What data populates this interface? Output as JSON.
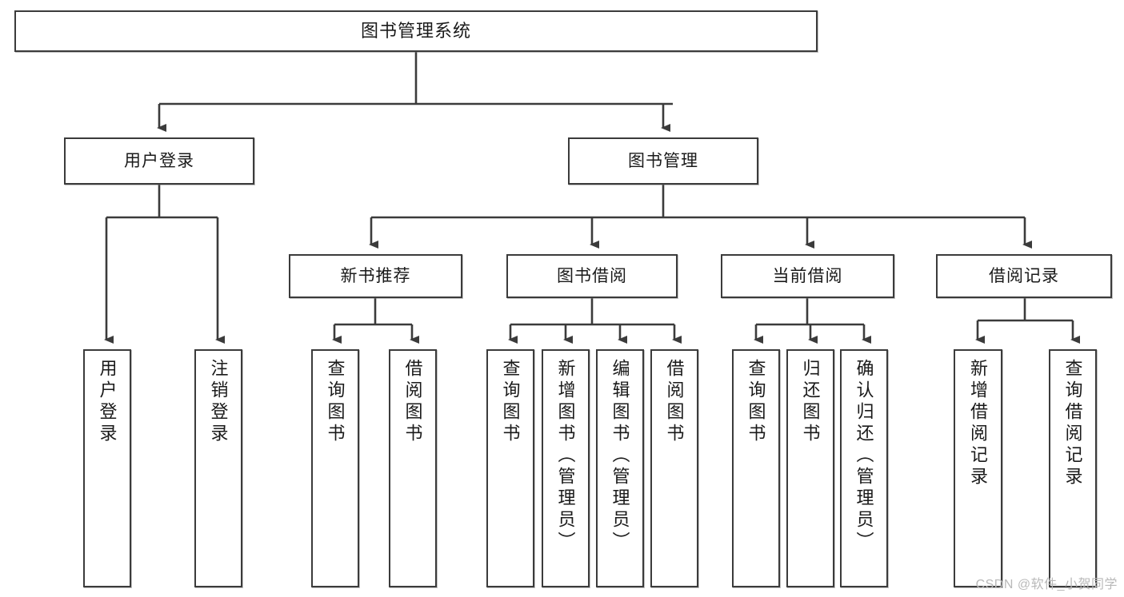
{
  "diagram": {
    "title": "图书管理系统",
    "type": "tree",
    "colors": {
      "box_border": "#3b3b3b",
      "box_fill": "#ffffff",
      "connector": "#3b3b3b",
      "text": "#1a1a1a",
      "watermark": "#b9b9b9",
      "background": "#ffffff"
    },
    "root": {
      "label": "图书管理系统"
    },
    "level2": [
      {
        "label": "用户登录"
      },
      {
        "label": "图书管理"
      }
    ],
    "level3": [
      {
        "label": "新书推荐"
      },
      {
        "label": "图书借阅"
      },
      {
        "label": "当前借阅"
      },
      {
        "label": "借阅记录"
      }
    ],
    "leaves": [
      {
        "label": "用户登录",
        "parent": "用户登录"
      },
      {
        "label": "注销登录",
        "parent": "用户登录"
      },
      {
        "label": "查询图书",
        "parent": "新书推荐"
      },
      {
        "label": "借阅图书",
        "parent": "新书推荐"
      },
      {
        "label": "查询图书",
        "parent": "图书借阅"
      },
      {
        "label": "新增图书（管理员）",
        "parent": "图书借阅"
      },
      {
        "label": "编辑图书（管理员）",
        "parent": "图书借阅"
      },
      {
        "label": "借阅图书",
        "parent": "图书借阅"
      },
      {
        "label": "查询图书",
        "parent": "当前借阅"
      },
      {
        "label": "归还图书",
        "parent": "当前借阅"
      },
      {
        "label": "确认归还（管理员）",
        "parent": "当前借阅"
      },
      {
        "label": "新增借阅记录",
        "parent": "借阅记录"
      },
      {
        "label": "查询借阅记录",
        "parent": "借阅记录"
      }
    ],
    "watermark": "CSDN @软件_小贺同学"
  }
}
